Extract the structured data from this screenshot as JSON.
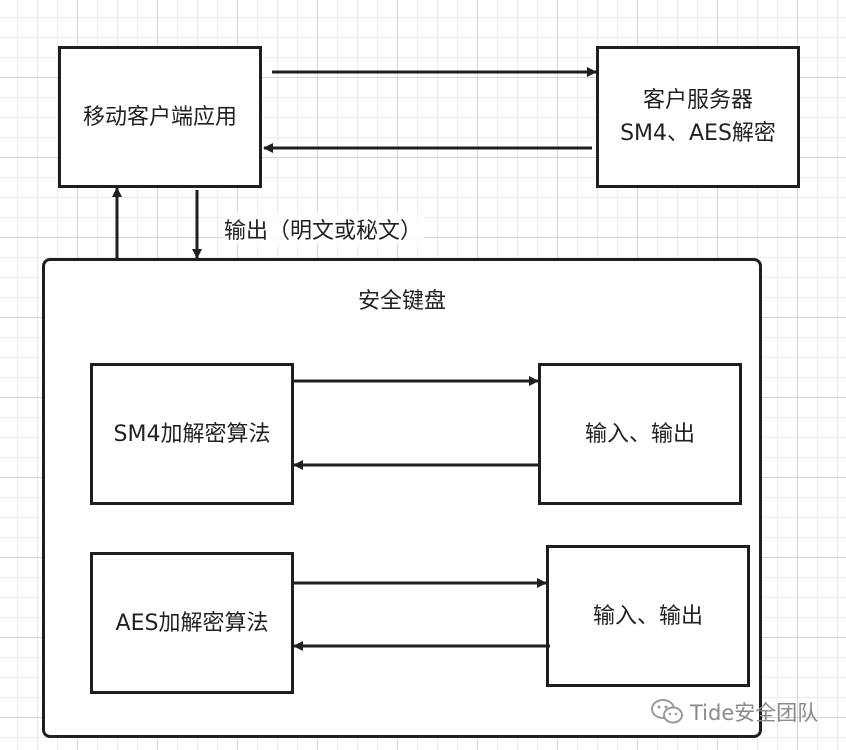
{
  "nodes": {
    "mobile_app": "移动客户端应用",
    "server": "客户服务器SM4、AES解密",
    "keyboard": "安全键盘",
    "sm4_algo": "SM4加解密算法",
    "sm4_io": "输入、输出",
    "aes_algo": "AES加解密算法",
    "aes_io": "输入、输出"
  },
  "edge_label": "输出（明文或秘文）",
  "watermark": "Tide安全团队"
}
